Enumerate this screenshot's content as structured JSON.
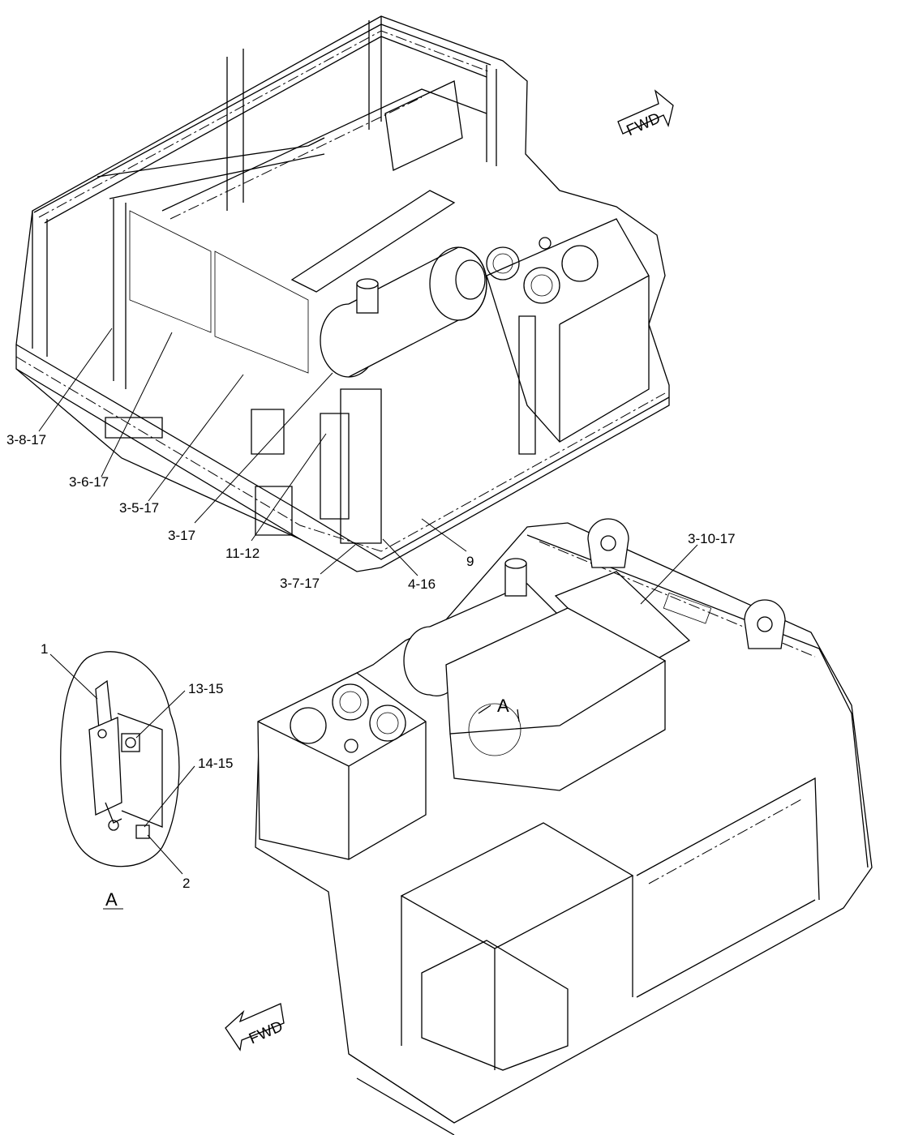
{
  "callouts": {
    "c1": "3-8-17",
    "c2": "3-6-17",
    "c3": "3-5-17",
    "c4": "3-17",
    "c5": "11-12",
    "c6": "3-7-17",
    "c7": "4-16",
    "c8": "9",
    "c9": "3-10-17",
    "c10": "1",
    "c11": "13-15",
    "c12": "14-15",
    "c13": "2"
  },
  "view_label": "A",
  "view_marker": "A",
  "fwd_top": "FWD",
  "fwd_bottom": "FWD"
}
